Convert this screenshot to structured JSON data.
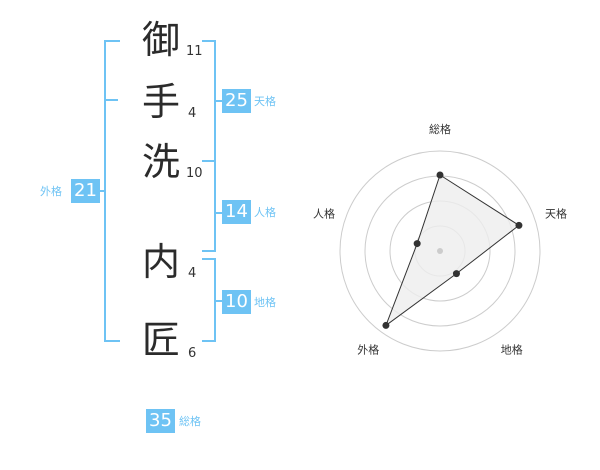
{
  "name": {
    "chars": [
      {
        "char": "御",
        "strokes": "11"
      },
      {
        "char": "手",
        "strokes": "4"
      },
      {
        "char": "洗",
        "strokes": "10"
      },
      {
        "char": "内",
        "strokes": "4"
      },
      {
        "char": "匠",
        "strokes": "6"
      }
    ]
  },
  "kakusu": {
    "tenkaku": {
      "value": "25",
      "label": "天格"
    },
    "jinkaku": {
      "value": "14",
      "label": "人格"
    },
    "chikaku": {
      "value": "10",
      "label": "地格"
    },
    "gaikaku": {
      "value": "21",
      "label": "外格"
    },
    "soukaku": {
      "value": "35",
      "label": "総格"
    }
  },
  "colors": {
    "accent": "#6ec3f4",
    "grid": "#cccccc",
    "fill": "#eeeeee",
    "line": "#333333"
  },
  "chart_data": {
    "type": "radar",
    "axes": [
      "総格",
      "天格",
      "地格",
      "外格",
      "人格"
    ],
    "values": [
      0.76,
      0.83,
      0.28,
      0.92,
      0.24
    ],
    "rings": 4
  }
}
